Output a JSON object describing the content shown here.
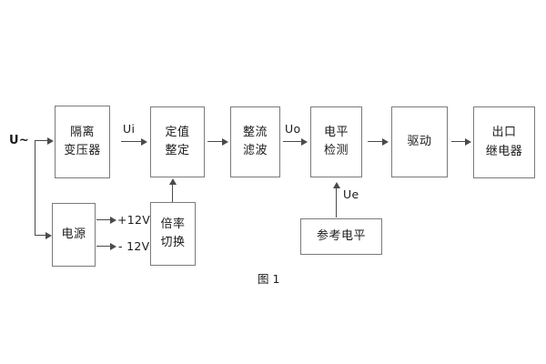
{
  "figure": {
    "caption": "图 1",
    "input_label": "U~",
    "signal_labels": {
      "ui": "Ui",
      "uo": "Uo",
      "ue": "Ue"
    },
    "rail_labels": {
      "positive": "+12V",
      "negative": "- 12V"
    }
  },
  "blocks": [
    {
      "id": "isolation-transformer",
      "line1": "隔离",
      "line2": "变压器"
    },
    {
      "id": "setting-value",
      "line1": "定值",
      "line2": "整定"
    },
    {
      "id": "rectifier-filter",
      "line1": "整流",
      "line2": "滤波"
    },
    {
      "id": "level-detection",
      "line1": "电平",
      "line2": "检测"
    },
    {
      "id": "driver",
      "line1": "驱动",
      "line2": ""
    },
    {
      "id": "output-relay",
      "line1": "出口",
      "line2": "继电器"
    },
    {
      "id": "power-supply",
      "line1": "电源",
      "line2": ""
    },
    {
      "id": "multiplier-switch",
      "line1": "倍率",
      "line2": "切换"
    },
    {
      "id": "reference-level",
      "line1": "参考电平",
      "line2": ""
    }
  ],
  "colors": {
    "block_border": "#7a7a7a",
    "wire": "#4a4a4a",
    "text": "#1b1b1b",
    "background": "#ffffff"
  }
}
